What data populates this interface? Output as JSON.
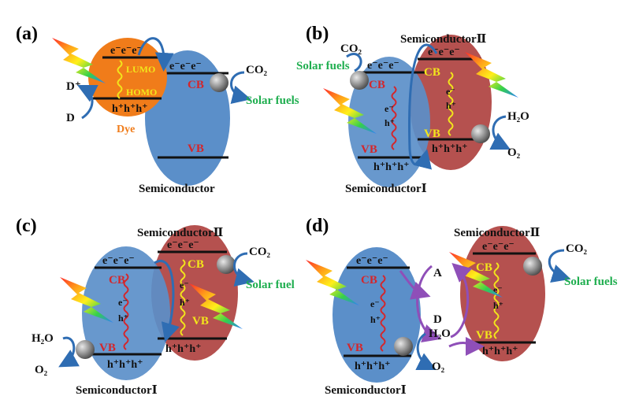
{
  "colors": {
    "semiconductor_blue": "#5b8fc9",
    "semiconductor_red": "#b5514f",
    "dye_orange": "#f07c1a",
    "arrow_blue": "#2f6db3",
    "solar_green": "#1fae4f",
    "band_red": "#d4262b",
    "band_yellow": "#f2e51b",
    "mediator_purple": "#8f4fb8"
  },
  "icons": [
    "lightning-icon",
    "cocatalyst-sphere-icon",
    "curved-arrow-icon"
  ],
  "panels": {
    "a": {
      "label": "(a)",
      "dye": "Dye",
      "lumo": "LUMO",
      "homo": "HOMO",
      "electrons": "e⁻e⁻e⁻",
      "holes": "h⁺h⁺h⁺",
      "d_plus": "D⁺",
      "d": "D",
      "cb_electrons": "e⁻e⁻e⁻",
      "cb": "CB",
      "vb": "VB",
      "co2": "CO₂",
      "solar": "Solar fuels",
      "semiconductor": "Semiconductor"
    },
    "b": {
      "label": "(b)",
      "co2": "CO₂",
      "solar": "Solar fuels",
      "sc2": "SemiconductorⅡ",
      "sc1": "SemiconductorⅠ",
      "cb1": "CB",
      "vb1": "VB",
      "cb2": "CB",
      "vb2": "VB",
      "e1": "e⁻e⁻e⁻",
      "e2": "e⁻e⁻e⁻",
      "h1": "h⁺h⁺h⁺",
      "h2": "h⁺h⁺h⁺",
      "e_single1": "e⁻",
      "h_single1": "h⁺",
      "e_single2": "e⁻",
      "h_single2": "h⁺",
      "h2o": "H₂O",
      "o2": "O₂"
    },
    "c": {
      "label": "(c)",
      "sc2": "SemiconductorⅡ",
      "sc1": "SemiconductorⅠ",
      "co2": "CO₂",
      "solar": "Solar fuel",
      "h2o": "H₂O",
      "o2": "O₂",
      "cb1": "CB",
      "vb1": "VB",
      "cb2": "CB",
      "vb2": "VB",
      "e1": "e⁻e⁻e⁻",
      "e2": "e⁻e⁻e⁻",
      "h1": "h⁺h⁺h⁺",
      "h2": "h⁺h⁺h⁺",
      "e_single1": "e⁻",
      "h_single1": "h⁺",
      "e_single2": "e⁻",
      "h_single2": "h⁺"
    },
    "d": {
      "label": "(d)",
      "sc2": "SemiconductorⅡ",
      "sc1": "SemiconductorⅠ",
      "co2": "CO₂",
      "solar": "Solar fuels",
      "h2o": "H₂O",
      "o2": "O₂",
      "a": "A",
      "d": "D",
      "cb1": "CB",
      "vb1": "VB",
      "cb2": "CB",
      "vb2": "VB",
      "e1": "e⁻e⁻e⁻",
      "e2": "e⁻e⁻e⁻",
      "h1": "h⁺h⁺h⁺",
      "h2": "h⁺h⁺h⁺",
      "e_single1": "e⁻",
      "h_single1": "h⁺",
      "e_single2": "e⁻",
      "h_single2": "h⁺"
    }
  }
}
